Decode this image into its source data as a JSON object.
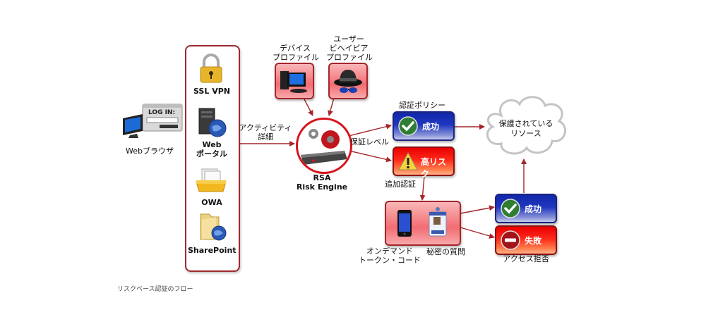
{
  "diagram": {
    "caption": "リスクベース認証のフロー",
    "colors": {
      "connector": "#a4262c",
      "panel_border": "#9e2a2f",
      "success_blue": "#1f34b8",
      "risk_red": "#e80000",
      "cloud_stroke": "#c4c4c4"
    },
    "nodes": {
      "browser": {
        "label": "Webブラウザ",
        "screen_text": "LOG IN:",
        "icon": "monitor-login-icon"
      },
      "apps": [
        {
          "label": "SSL VPN",
          "icon": "padlock-icon"
        },
        {
          "label_line1": "Web",
          "label_line2": "ポータル",
          "icon": "server-globe-icon"
        },
        {
          "label": "OWA",
          "icon": "mail-inbox-icon"
        },
        {
          "label": "SharePoint",
          "icon": "folder-globe-icon"
        }
      ],
      "activity_label_line1": "アクティビティ",
      "activity_label_line2": "詳細",
      "device_profile": {
        "label_line1": "デバイス",
        "label_line2": "プロファイル",
        "icon": "computer-icon"
      },
      "user_profile": {
        "label_line1": "ユーザー",
        "label_line2": "ビヘイビア",
        "label_line3": "プロファイル",
        "icon": "hat-sunglasses-icon"
      },
      "engine": {
        "label_line1": "RSA",
        "label_line2": "Risk Engine",
        "icon": "gears-appliance-icon"
      },
      "assurance_label": "保証レベル",
      "policy_label": "認証ポリシー",
      "policy_success": {
        "text": "成功",
        "icon": "checkmark-icon"
      },
      "high_risk": {
        "text": "高リスク",
        "icon": "warning-icon"
      },
      "additional_auth_label": "追加認証",
      "challenge": {
        "token_label_line1": "オンデマンド",
        "token_label_line2": "トークン・コード",
        "token_icon": "smartphone-icon",
        "question_label": "秘密の質問",
        "question_icon": "id-badge-icon"
      },
      "resource": {
        "label_line1": "保護されている",
        "label_line2": "リソース",
        "icon": "cloud-icon"
      },
      "challenge_success": {
        "text": "成功",
        "icon": "checkmark-icon"
      },
      "challenge_fail": {
        "text": "失敗",
        "icon": "no-entry-icon"
      },
      "access_denied_label": "アクセス拒否"
    }
  }
}
